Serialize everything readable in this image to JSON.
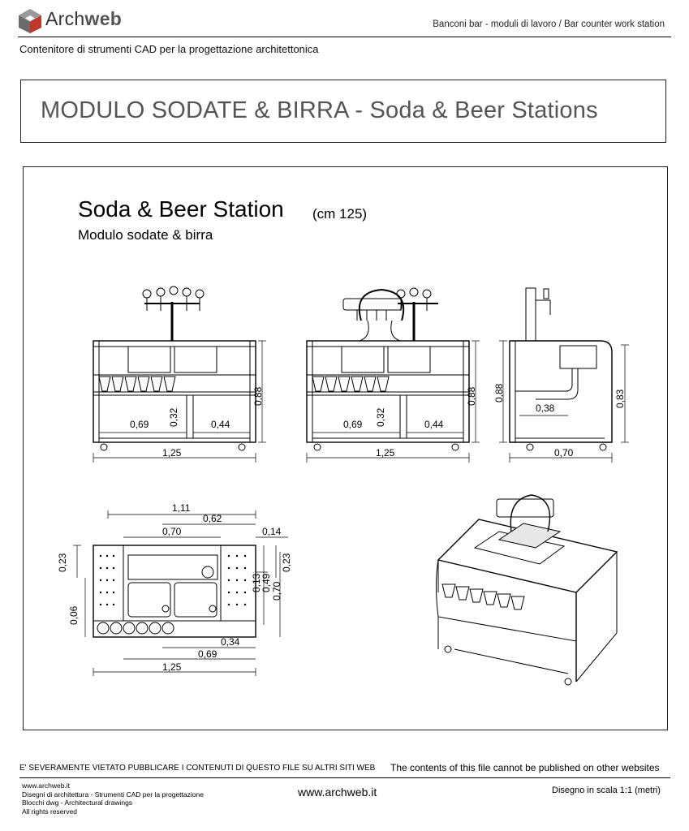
{
  "header": {
    "logo_text": "Archweb",
    "category": "Banconi bar - moduli di lavoro  /  Bar counter work station",
    "tagline": "Contenitore di strumenti CAD per la progettazione architettonica"
  },
  "title": "MODULO SODATE & BIRRA -  Soda & Beer Stations",
  "drawing": {
    "station_title": "Soda & Beer Station",
    "station_size": "(cm 125)",
    "station_subtitle": "Modulo sodate & birra",
    "dims": {
      "front1_left": "0,69",
      "front1_mid": "0,32",
      "front1_right": "0,44",
      "front1_height": "0,88",
      "front1_width": "1,25",
      "front2_left": "0,69",
      "front2_mid": "0,32",
      "front2_right": "0,44",
      "front2_height": "0,88",
      "front2_width": "1,25",
      "side_height_left": "0,88",
      "side_height_right": "0,83",
      "side_inner": "0,38",
      "side_depth": "0,70",
      "plan_top": "1,11",
      "plan_062": "0,62",
      "plan_070_top": "0,70",
      "plan_014": "0,14",
      "plan_left_023": "0,23",
      "plan_left_006": "0,06",
      "plan_right_023": "0,23",
      "plan_049": "0,49",
      "plan_013": "0,13",
      "plan_070_right": "0,70",
      "plan_034": "0,34",
      "plan_069": "0,69",
      "plan_bottom": "1,25"
    }
  },
  "footer": {
    "warning_it": "E' SEVERAMENTE VIETATO PUBBLICARE I CONTENUTI DI QUESTO FILE SU ALTRI SITI WEB",
    "warning_en": "The contents of this file cannot be published on other websites",
    "site_small": "www.archweb.it",
    "line2": "Disegni di architettura - Strumenti CAD  per la progettazione",
    "line3": "Blocchi dwg - Architectural drawings",
    "line4": "All rights reserved",
    "site": "www.archweb.it",
    "scale": "Disegno in scala 1:1 (metri)"
  }
}
